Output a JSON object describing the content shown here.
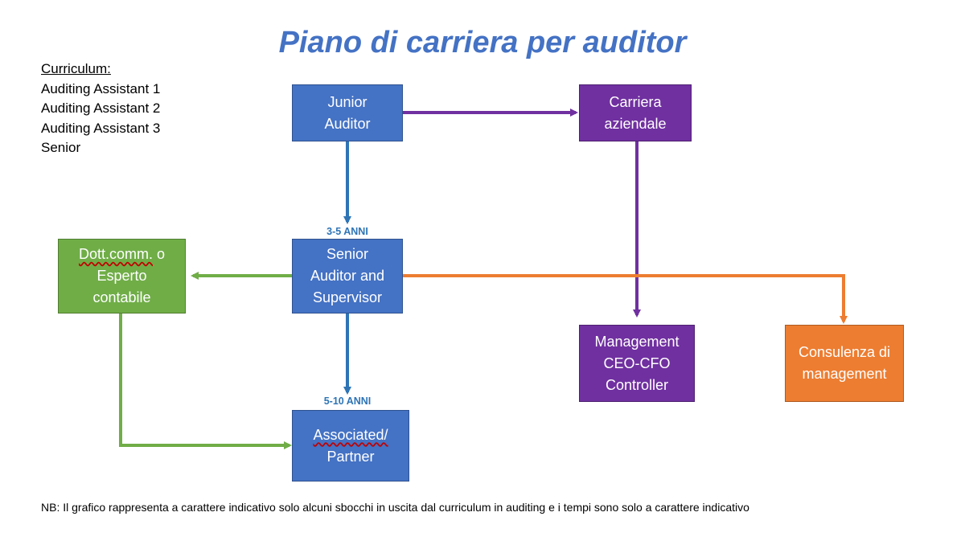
{
  "title": "Piano di carriera per auditor",
  "curriculum": {
    "heading": "Curriculum:",
    "items": [
      "Auditing Assistant 1",
      "Auditing Assistant 2",
      "Auditing Assistant 3",
      "Senior"
    ]
  },
  "nodes": {
    "junior": "Junior\nAuditor",
    "carriera": "Carriera\naziendale",
    "senior": "Senior\nAuditor and\nSupervisor",
    "dott_word": "Dott.comm.",
    "dott_rest": " o\nEsperto\ncontabile",
    "management": "Management\nCEO-CFO\nController",
    "consulenza": "Consulenza di\nmanagement",
    "associated_word": "Associated/",
    "associated_rest": "\nPartner"
  },
  "timing": {
    "first": "3-5 ANNI",
    "second": "5-10 ANNI"
  },
  "note": "NB: Il grafico rappresenta a carattere indicativo solo alcuni sbocchi in uscita dal curriculum in auditing e i tempi sono solo a carattere indicativo",
  "colors": {
    "blue": "#4472C4",
    "purple": "#7030A0",
    "green": "#70AD47",
    "orange": "#ED7D31",
    "arrow_blue": "#2E74B5"
  }
}
